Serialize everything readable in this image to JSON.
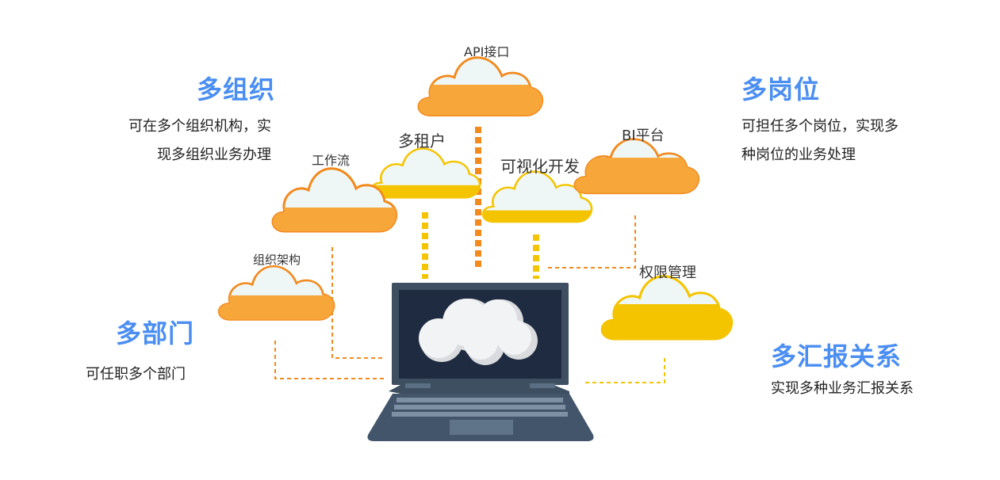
{
  "features": {
    "multi_org": {
      "title": "多组织",
      "desc_line1": "可在多个组织机构，实",
      "desc_line2": "现多组织业务办理"
    },
    "multi_post": {
      "title": "多岗位",
      "desc_line1": "可担任多个岗位，实现多",
      "desc_line2": "种岗位的业务处理"
    },
    "multi_dept": {
      "title": "多部门",
      "desc": "可任职多个部门"
    },
    "multi_report": {
      "title": "多汇报关系",
      "desc": "实现多种业务汇报关系"
    }
  },
  "clouds": {
    "api": "API接口",
    "tenant": "多租户",
    "workflow": "工作流",
    "visual_dev": "可视化开发",
    "bi": "BI平台",
    "org_structure": "组织架构",
    "permission": "权限管理"
  },
  "colors": {
    "title_blue": "#4a8ef2",
    "cloud_orange": "#f7a63a",
    "cloud_yellow": "#f5c400",
    "connector_orange": "#f28a1e",
    "connector_yellow": "#f5c400",
    "laptop_body": "#3d4f60",
    "screen_bg": "#1f2b40"
  }
}
